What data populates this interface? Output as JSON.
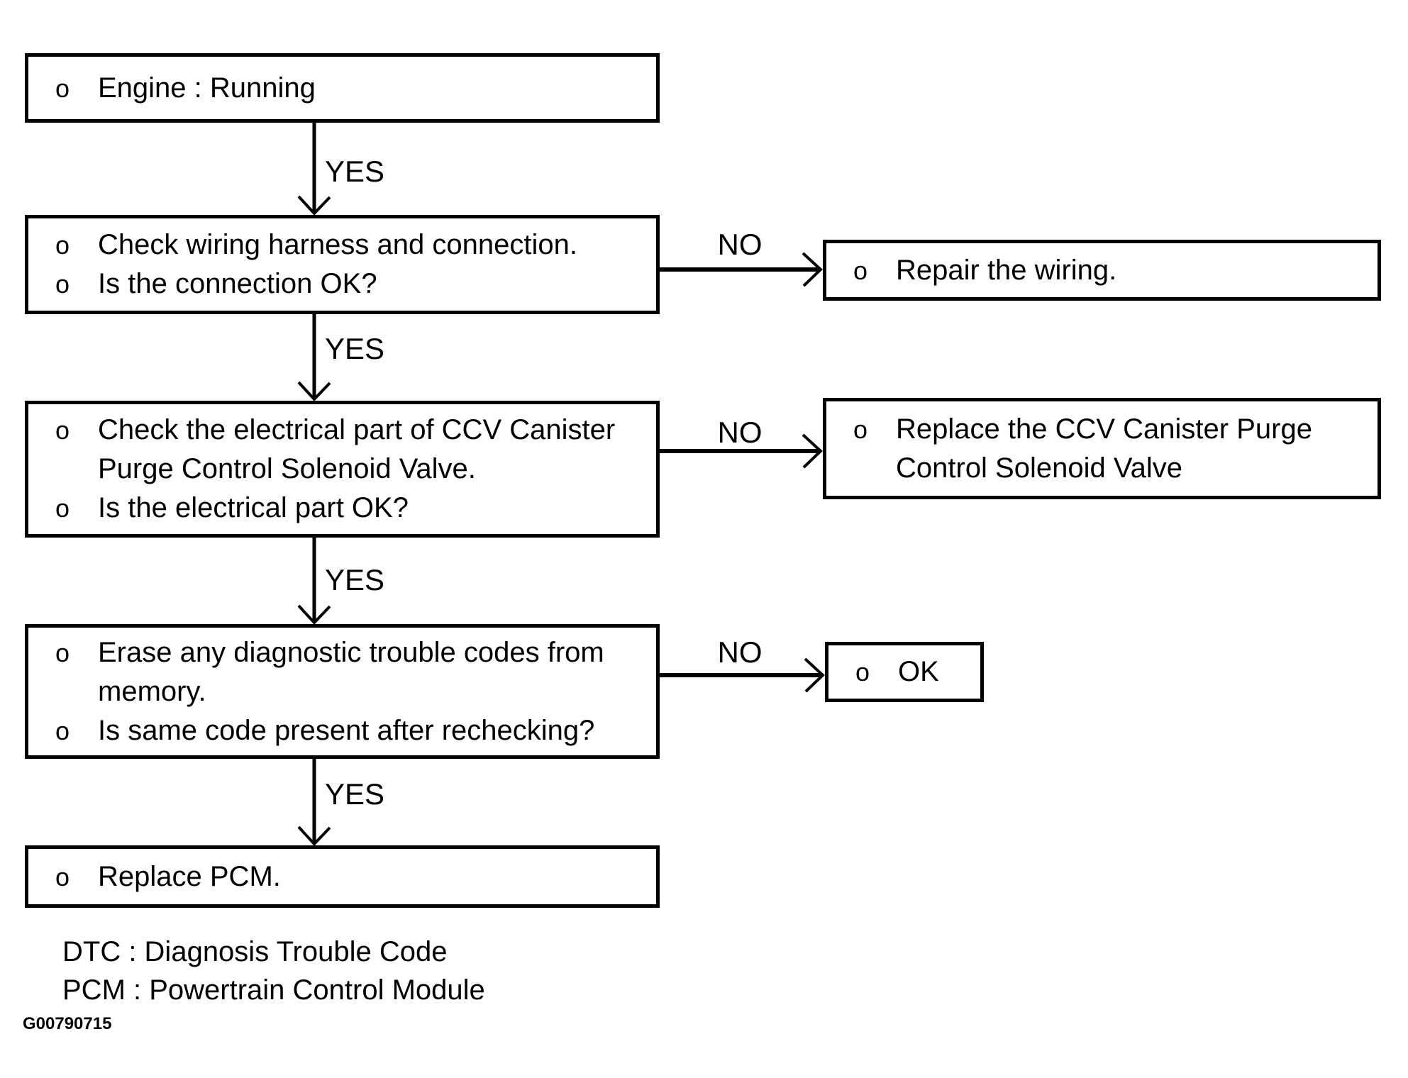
{
  "labels": {
    "yes": "YES",
    "no": "NO",
    "bullet": "o"
  },
  "flowchart": {
    "steps": [
      {
        "id": "engine-running",
        "lines": [
          {
            "bullet": true,
            "text": "Engine : Running"
          }
        ]
      },
      {
        "id": "check-wiring",
        "lines": [
          {
            "bullet": true,
            "text": "Check wiring harness and connection."
          },
          {
            "bullet": true,
            "text": "Is the connection OK?"
          }
        ]
      },
      {
        "id": "check-electrical",
        "lines": [
          {
            "bullet": true,
            "text": "Check the electrical part of CCV Canister"
          },
          {
            "bullet": false,
            "text": "Purge Control Solenoid Valve."
          },
          {
            "bullet": true,
            "text": "Is the electrical part OK?"
          }
        ]
      },
      {
        "id": "erase-codes",
        "lines": [
          {
            "bullet": true,
            "text": "Erase any diagnostic trouble codes from"
          },
          {
            "bullet": false,
            "text": "memory."
          },
          {
            "bullet": true,
            "text": "Is same code present after rechecking?"
          }
        ]
      },
      {
        "id": "replace-pcm",
        "lines": [
          {
            "bullet": true,
            "text": "Replace PCM."
          }
        ]
      }
    ],
    "no_branches": [
      {
        "id": "repair-wiring",
        "lines": [
          {
            "bullet": true,
            "text": "Repair the wiring."
          }
        ]
      },
      {
        "id": "replace-valve",
        "lines": [
          {
            "bullet": true,
            "text": "Replace the CCV Canister Purge"
          },
          {
            "bullet": false,
            "text": "Control Solenoid Valve"
          }
        ]
      },
      {
        "id": "ok-result",
        "lines": [
          {
            "bullet": true,
            "text": "OK"
          }
        ]
      }
    ]
  },
  "legend": {
    "dtc": "DTC : Diagnosis Trouble Code",
    "pcm": "PCM : Powertrain Control Module"
  },
  "figure_code": "G00790715",
  "colors": {
    "ink": "#000000",
    "background": "#ffffff"
  }
}
